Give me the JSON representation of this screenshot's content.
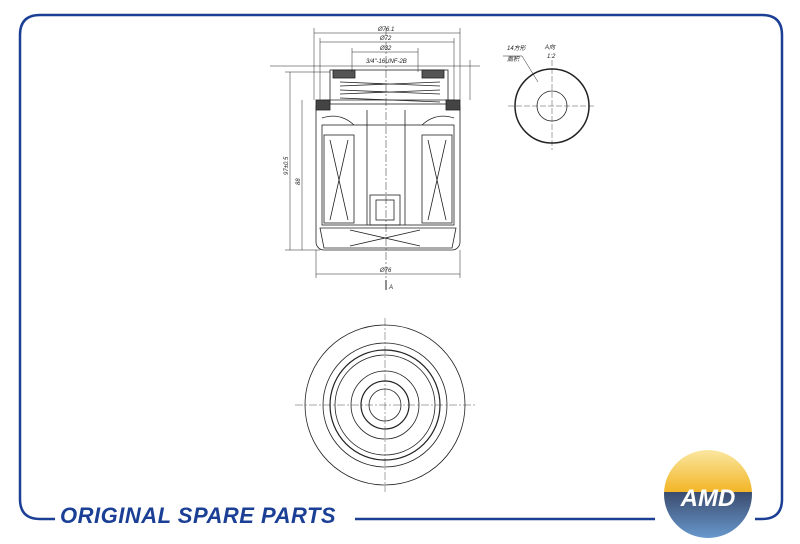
{
  "drawing": {
    "dimensions": {
      "outer_diameter": "Ø76.1",
      "gasket_diameter": "Ø72",
      "inner_diameter": "Ø32",
      "thread": "3/4\"-16UNF-2B",
      "total_height": "97±0.5",
      "body_height": "88",
      "body_diameter": "Ø76",
      "view_marker": "A",
      "note_top": "14方形",
      "note_bottom": "面积",
      "view_label": "A向",
      "view_scale": "1:2"
    }
  },
  "brand": {
    "slogan": "ORIGINAL SPARE PARTS",
    "logo_text": "AMD",
    "frame_color": "#1a3f95"
  }
}
